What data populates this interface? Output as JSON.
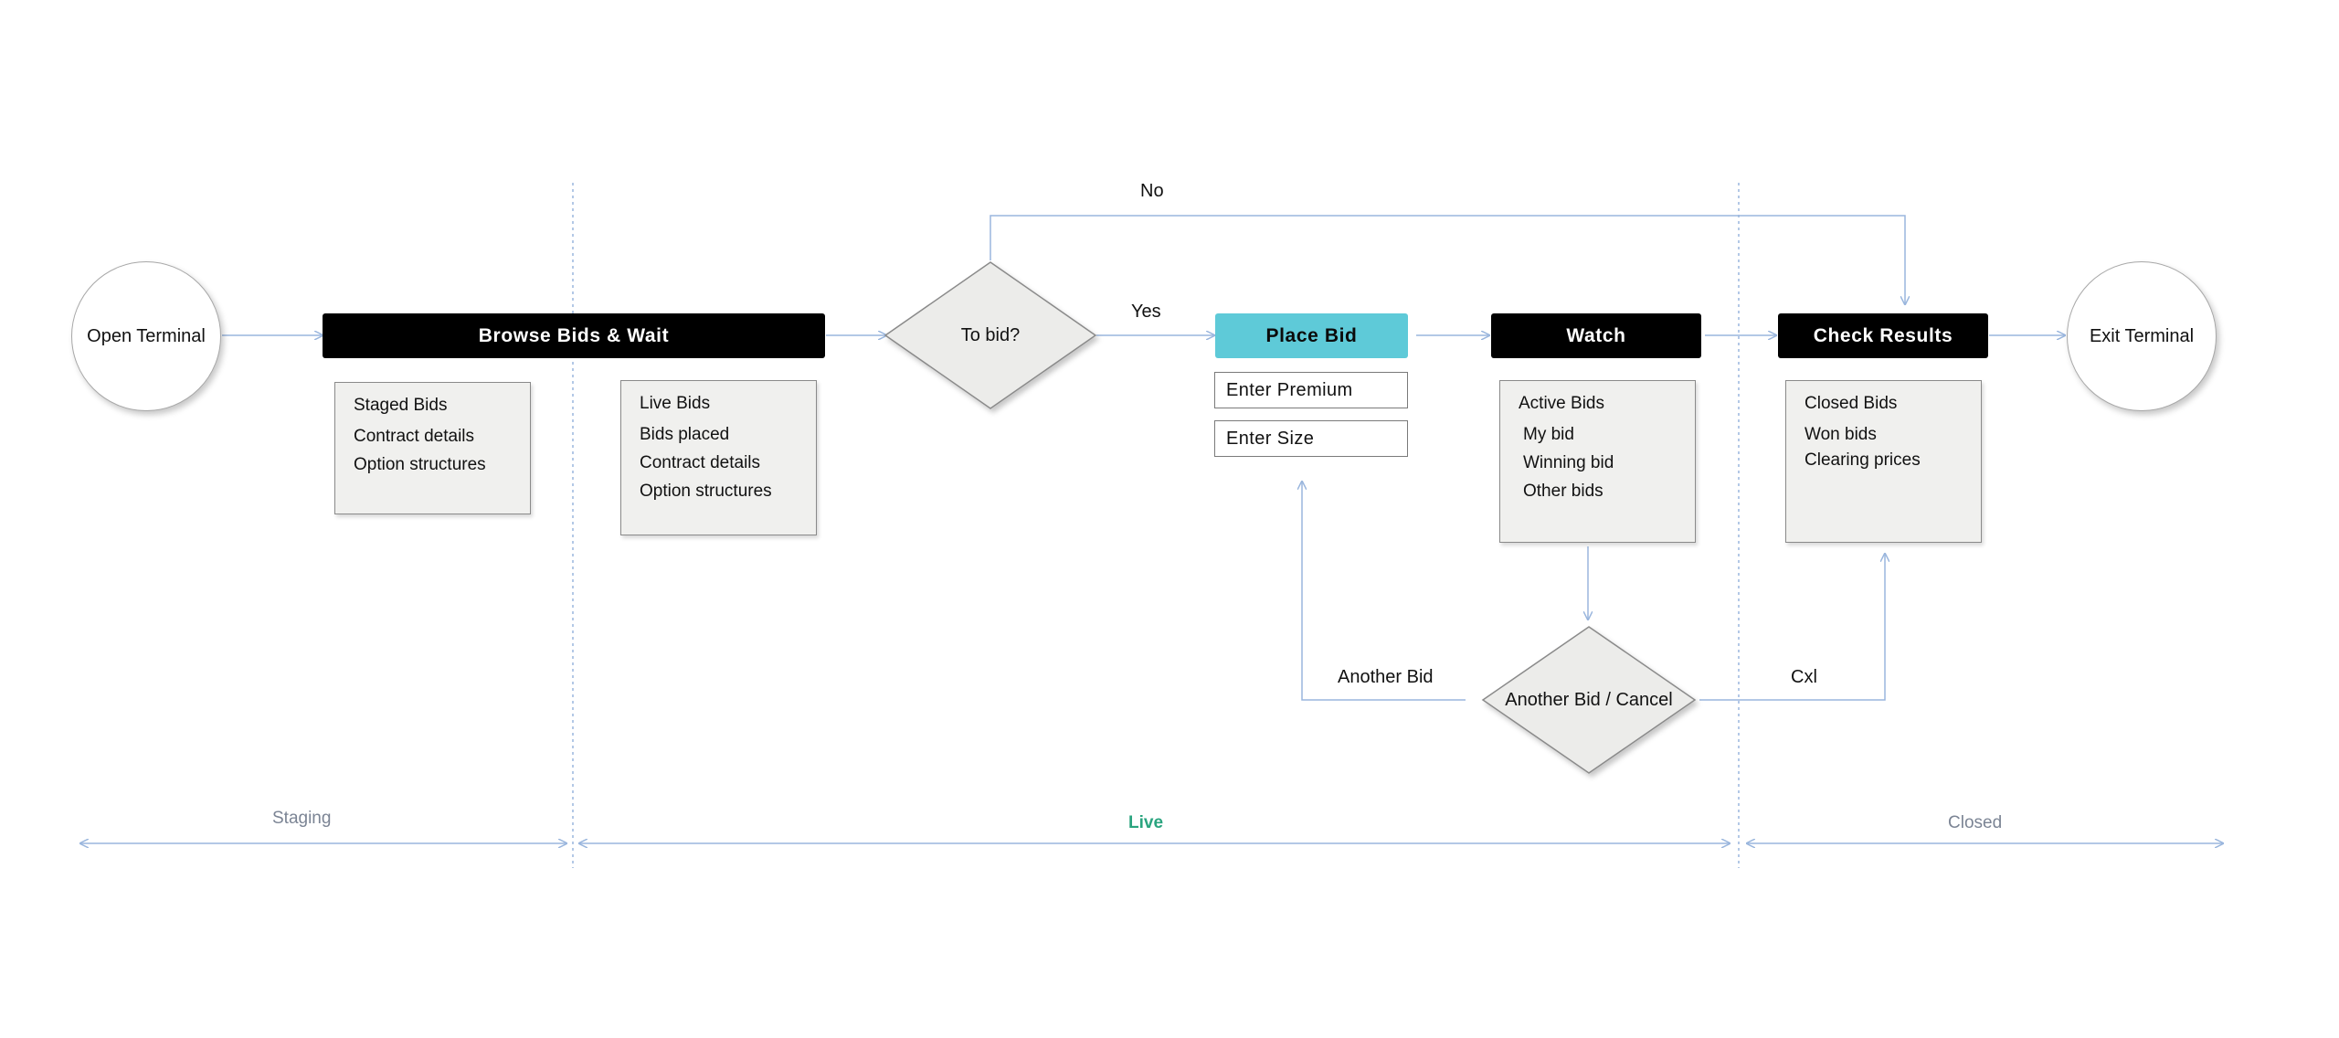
{
  "colors": {
    "connector": "#9ab6dd",
    "bar": "#000000",
    "accent_bar": "#5ecad8",
    "box_fill": "#f0f0ee",
    "phase_label": "#7b8494",
    "phase_active": "#2aa47f"
  },
  "nodes": {
    "open_terminal": "Open Terminal",
    "exit_terminal": "Exit Terminal",
    "browse": "Browse Bids & Wait",
    "decision_bid": "To bid?",
    "place_bid": "Place Bid",
    "watch": "Watch",
    "check_results": "Check Results",
    "decision_another": "Another Bid / Cancel"
  },
  "fields": {
    "premium": "Enter Premium",
    "size": "Enter Size"
  },
  "boxes": {
    "staged": {
      "title": "Staged Bids",
      "items": [
        "Contract details",
        "Option structures"
      ]
    },
    "live": {
      "title": "Live Bids",
      "items": [
        "Bids placed",
        "Contract details",
        "Option structures"
      ]
    },
    "active": {
      "title": "Active Bids",
      "items": [
        "My bid",
        "Winning bid",
        "Other bids"
      ]
    },
    "closed": {
      "title": "Closed Bids",
      "items": [
        "Won bids",
        "Clearing prices"
      ]
    }
  },
  "edge_labels": {
    "no": "No",
    "yes": "Yes",
    "another_bid": "Another Bid",
    "cxl": "Cxl"
  },
  "phases": {
    "staging": "Staging",
    "live": "Live",
    "closed": "Closed"
  }
}
